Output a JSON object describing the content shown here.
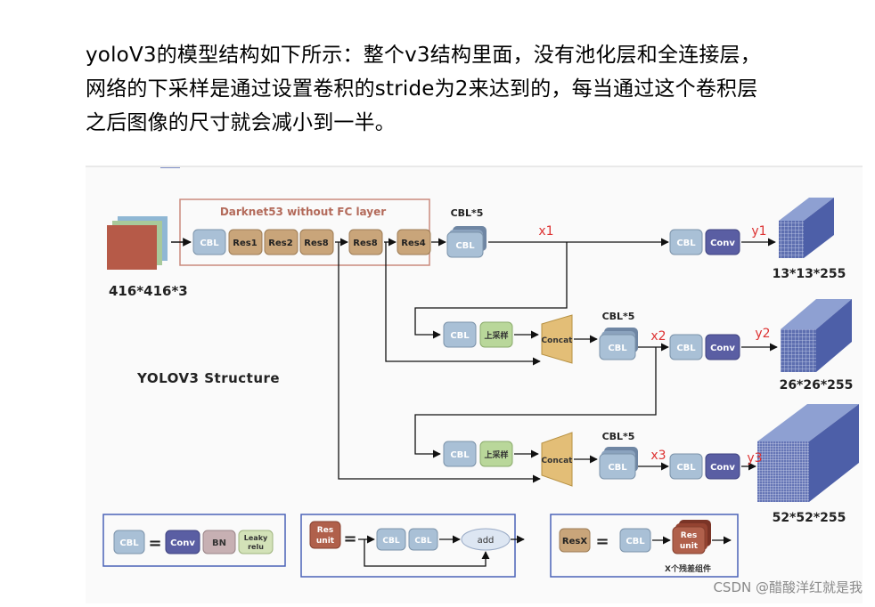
{
  "intro": {
    "line1": "yoloV3的模型结构如下所示：整个v3结构里面，没有池化层和全连接层，",
    "line2": "网络的下采样是通过设置卷积的stride为2来达到的，每当通过这个卷积层",
    "line3": "之后图像的尺寸就会减小到一半。"
  },
  "diagram": {
    "backbone_title": "Darknet53 without FC layer",
    "input_size": "416*416*3",
    "structure_title": "YOLOV3 Structure",
    "cbl": "CBL",
    "conv": "Conv",
    "bn": "BN",
    "leaky_relu_1": "Leaky",
    "leaky_relu_2": "relu",
    "upsample": "上采样",
    "concat": "Concat",
    "cbl5": "CBL*5",
    "res1": "Res1",
    "res2": "Res2",
    "res8": "Res8",
    "res4": "Res4",
    "x1": "x1",
    "x2": "x2",
    "x3": "x3",
    "y1": "y1",
    "y2": "y2",
    "y3": "y3",
    "out1": "13*13*255",
    "out2": "26*26*255",
    "out3": "52*52*255",
    "equals": "=",
    "res_unit_1": "Res",
    "res_unit_2": "unit",
    "add": "add",
    "resx": "ResX",
    "resx_caption": "X个残差组件"
  },
  "watermark": "CSDN @醋酸洋红就是我",
  "colors": {
    "cbl": "#a9c0d6",
    "conv": "#5a5ea3",
    "res": "#c9a57a",
    "upsample": "#b9d79a",
    "concat": "#e3be77",
    "red": "#d33",
    "backbone_border": "#c98a7c"
  }
}
